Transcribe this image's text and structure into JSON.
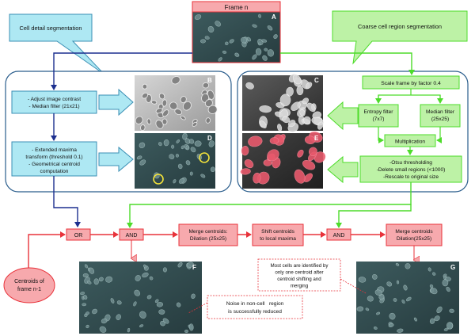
{
  "frame_n": {
    "label": "Frame n",
    "panel_letter": "A"
  },
  "callouts": {
    "cell_detail": "Cell detail segmentation",
    "coarse_region": "Coarse cell region segmentation"
  },
  "left_branch": {
    "adjust_line1": "- Adjust image contrast",
    "adjust_line2": "- Median filter (21x21)",
    "extended_line1": "- Extended maxima",
    "extended_line2": "transform (threshold 0.1)",
    "extended_line3": "- Geometrical centroid",
    "extended_line4": "computation",
    "panel_b": "B",
    "panel_d": "D"
  },
  "right_branch": {
    "scale": "Scale frame by factor 0.4",
    "entropy_line1": "Entropy filter",
    "entropy_line2": "(7x7)",
    "median_line1": "Median filter",
    "median_line2": "(25x25)",
    "multiplication": "Multiplication",
    "otsu_line1": "-Otsu thresholding",
    "otsu_line2": "-Delete small regions (<1000)",
    "otsu_line3": "-Rescale to original size",
    "panel_c": "C",
    "panel_e": "E"
  },
  "flow": {
    "or_gate": "OR",
    "and_gate_1": "AND",
    "merge1_line1": "Merge centroids:",
    "merge1_line2": "Dilation (25x25)",
    "shift_line1": "Shift centroids",
    "shift_line2": "to local maxima",
    "and_gate_2": "AND",
    "merge2_line1": "Merge centroids",
    "merge2_line2": "Dilation(25x25)",
    "centroids_line1": "Centroids of",
    "centroids_line2": "frame n-1"
  },
  "panels": {
    "panel_f": "F",
    "panel_g": "G"
  },
  "notes": {
    "noise_line1": "Noise in non-cell   region",
    "noise_line2": "is successfully reduced",
    "most_line1": "Most cells are identified by",
    "most_line2": "only one centroid after",
    "most_line3": "centroid shifting and",
    "most_line4": "merging"
  },
  "colors": {
    "cyan_fill": "#aee8f3",
    "green_fill": "#bdf2a6",
    "green_line": "#4ddc2a",
    "pink_fill": "#f7a9ad",
    "red_line": "#e8323a",
    "navy": "#1c2f8f",
    "frame_blue": "#2a5d8c"
  }
}
